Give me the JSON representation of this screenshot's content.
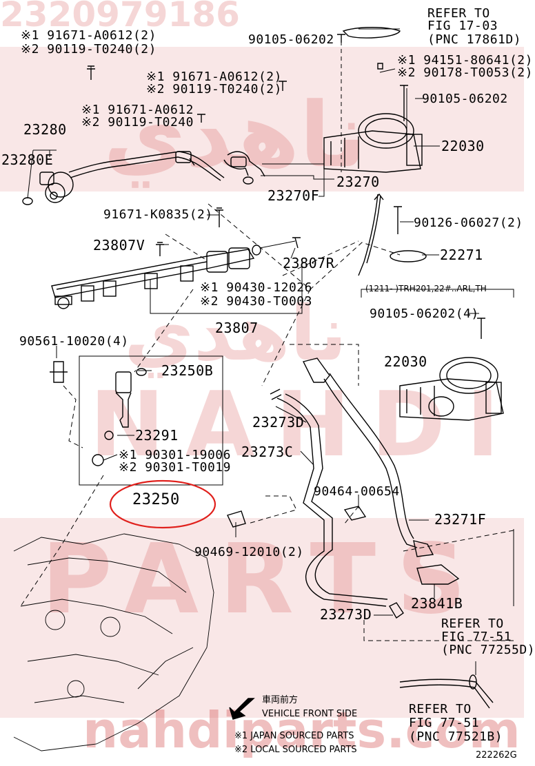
{
  "watermark": {
    "top_number": "2320979186",
    "brand_ar": "ناهدي",
    "letters_1": "NAHDI",
    "letters_2": "PARTS",
    "site": "nahdiparts.com"
  },
  "labels": {
    "l01": "※1 91671-A0612(2)",
    "l02": "※2 90119-T0240(2)",
    "l03": "90105-06202",
    "l04": "REFER TO",
    "l05": "FIG 17-03",
    "l06": "(PNC 17861D)",
    "l07": "※1 94151-80641(2)",
    "l08": "※2 90178-T0053(2)",
    "l09": "※1 91671-A0612(2)",
    "l10": "※2 90119-T0240(2)",
    "l11": "90105-06202",
    "l12": "※1 91671-A0612",
    "l13": "※2 90119-T0240",
    "l14": "23280",
    "l15": "22030",
    "l16": "23280E",
    "l17": "23270",
    "l18": "23270F",
    "l19": "91671-K0835(2)",
    "l20": "90126-06027(2)",
    "l21": "23807V",
    "l22": "22271",
    "l23": "23807R",
    "l24": "※1 90430-12026",
    "l25": "※2 90430-T0003",
    "l26": "(1211-      )TRH201,22#..ARL,TH",
    "l27": "23807",
    "l28": "90105-06202(4)",
    "l29": "90561-10020(4)",
    "l30": "23250B",
    "l31": "22030",
    "l32": "23291",
    "l33": "23273D",
    "l34": "※1 90301-19006",
    "l35": "※2 90301-T0019",
    "l36": "23273C",
    "l37": "23250",
    "l38": "90464-00654",
    "l39": "23271F",
    "l40": "90469-12010(2)",
    "l41": "23841B",
    "l42": "23273D",
    "l43": "REFER TO",
    "l44": "FIG 77-51",
    "l45": "(PNC 77255D)",
    "l46": "REFER TO",
    "l47": "FIG 77-51",
    "l48": "(PNC 77521B)",
    "l49": "車両前方",
    "l50": "VEHICLE FRONT SIDE",
    "l51": "※1 JAPAN SOURCED PARTS",
    "l52": "※2 LOCAL SOURCED PARTS",
    "l53": "222262G"
  },
  "colors": {
    "highlight": "#e0201c",
    "watermark": "#d34b4b",
    "band": "#f4d3d3"
  }
}
